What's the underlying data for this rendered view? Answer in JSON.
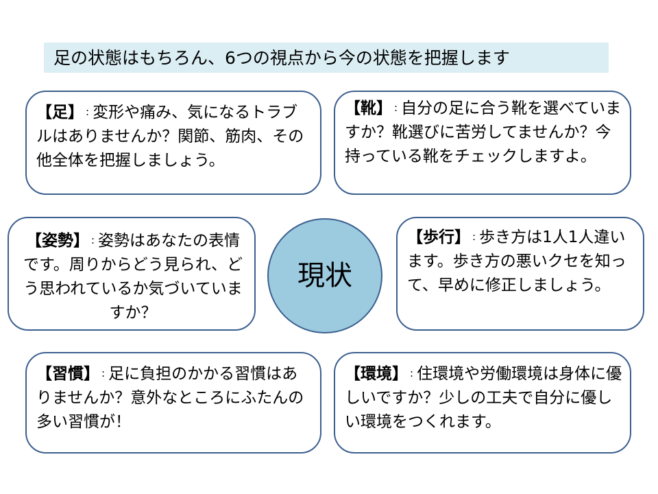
{
  "title": "足の状態はもちろん、6つの視点から今の状態を把握します",
  "center_label": "現状",
  "boxes": {
    "foot": {
      "tag": "【足】",
      "separator": ":",
      "text": "変形や痛み、気になるトラブルはありませんか？関節、筋肉、その他全体を把握しましょう。"
    },
    "shoes": {
      "tag": "【靴】",
      "separator": ":",
      "text": "自分の足に合う靴を選べていますか？靴選びに苦労してませんか？今持っている靴をチェックしますよ。"
    },
    "posture": {
      "tag": "【姿勢】",
      "separator": ":",
      "text": "姿勢はあなたの表情です。周りからどう見られ、どう思われているか気づいていますか？"
    },
    "walking": {
      "tag": "【歩行】",
      "separator": ":",
      "text": "歩き方は1人1人違います。歩き方の悪いクセを知って、早めに修正しましょう。"
    },
    "habit": {
      "tag": "【習慣】",
      "separator": ":",
      "text": "足に負担のかかる習慣はありませんか？意外なところにふたんの多い習慣が！"
    },
    "environment": {
      "tag": "【環境】",
      "separator": ":",
      "text": "住環境や労働環境は身体に優しいですか？少しの工夫で自分に優しい環境をつくれます。"
    }
  },
  "colors": {
    "title_background": "#dbeef4",
    "box_border": "#3b5f8f",
    "circle_fill": "#9ccbdf"
  }
}
